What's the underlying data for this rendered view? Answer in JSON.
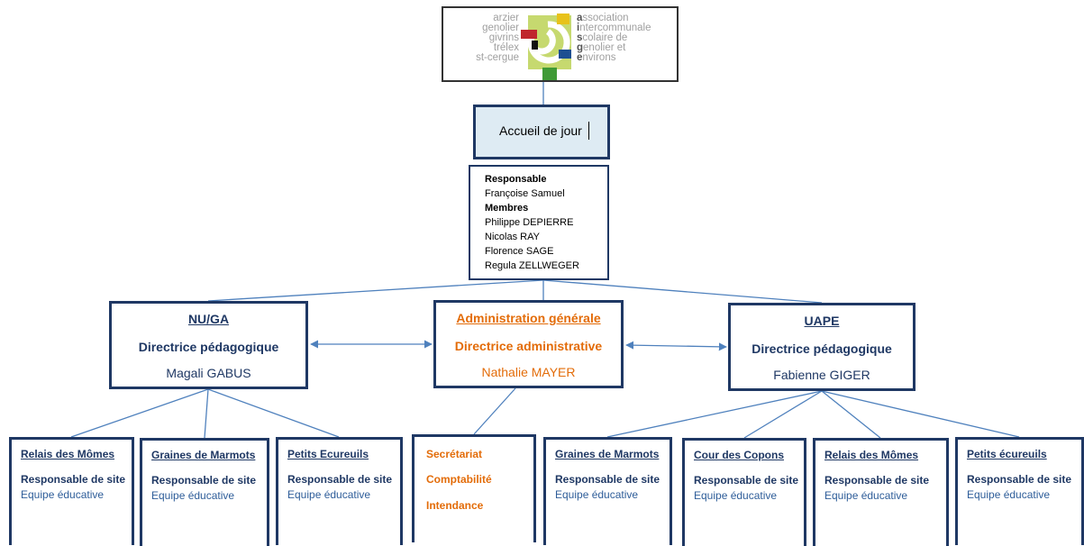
{
  "logo": {
    "left_lines": [
      "arzier",
      "genolier",
      "givrins",
      "trélex",
      "st-cergue"
    ],
    "right_lines": [
      {
        "initial": "a",
        "rest": "ssociation"
      },
      {
        "initial": "i",
        "rest": "ntercommunale"
      },
      {
        "initial": "s",
        "rest": "colaire de"
      },
      {
        "initial": "g",
        "rest": "enolier et"
      },
      {
        "initial": "e",
        "rest": "nvirons"
      }
    ]
  },
  "accueil": {
    "label": "Accueil de jour"
  },
  "responsable": {
    "title": "Responsable",
    "name": "Françoise Samuel",
    "members_title": "Membres",
    "members": [
      "Philippe DEPIERRE",
      "Nicolas RAY",
      "Florence SAGE",
      "Regula ZELLWEGER"
    ]
  },
  "nuga": {
    "title": "NU/GA",
    "role": "Directrice pédagogique",
    "person": "Magali GABUS"
  },
  "admin": {
    "title": "Administration générale",
    "role": "Directrice administrative",
    "person": "Nathalie MAYER"
  },
  "uape": {
    "title": "UAPE",
    "role": "Directrice pédagogique",
    "person": "Fabienne GIGER"
  },
  "sites": [
    {
      "title": "Relais des Mômes",
      "resp": "Responsable de site",
      "team": "Equipe éducative"
    },
    {
      "title": "Graines de Marmots",
      "resp": "Responsable de site",
      "team": "Equipe éducative"
    },
    {
      "title": "Petits Ecureuils",
      "resp": "Responsable de site",
      "team": "Equipe éducative"
    },
    {
      "title": "Graines de Marmots",
      "resp": "Responsable de site",
      "team": "Equipe éducative"
    },
    {
      "title": "Cour des Copons",
      "resp": "Responsable de site",
      "team": "Equipe éducative"
    },
    {
      "title": "Relais des Mômes",
      "resp": "Responsable de site",
      "team": "Equipe éducative"
    },
    {
      "title": "Petits écureuils",
      "resp": "Responsable de site",
      "team": "Equipe éducative"
    }
  ],
  "admin_services": [
    "Secrétariat",
    "Comptabilité",
    "Intendance"
  ],
  "colors": {
    "navy": "#1f3864",
    "orange": "#e36c09",
    "line": "#4f81bd",
    "accueil_bg": "#deebf3"
  }
}
